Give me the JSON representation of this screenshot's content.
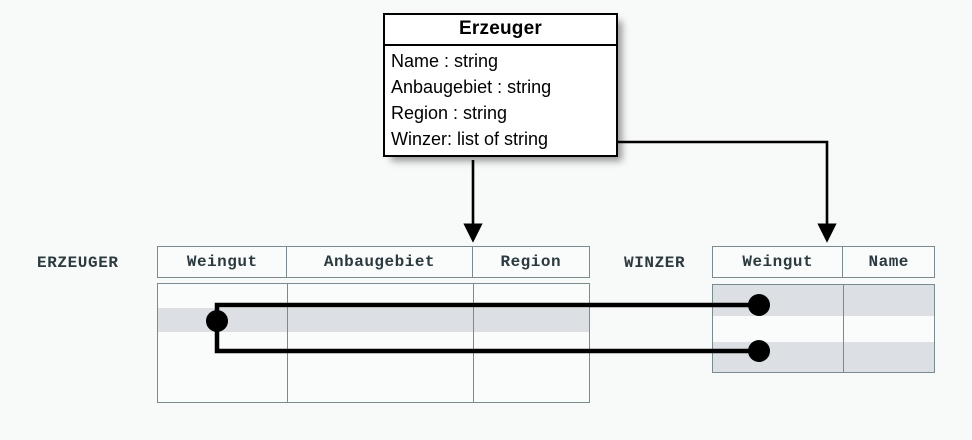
{
  "diagram": {
    "uml_class": {
      "title": "Erzeuger",
      "attributes": [
        "Name : string",
        "Anbaugebiet : string",
        "Region : string",
        "Winzer: list of string"
      ]
    },
    "tables": [
      {
        "name": "ERZEUGER",
        "columns": [
          "Weingut",
          "Anbaugebiet",
          "Region"
        ],
        "row_count": 4,
        "shaded_rows": [
          2
        ]
      },
      {
        "name": "WINZER",
        "columns": [
          "Weingut",
          "Name"
        ],
        "row_count": 3,
        "shaded_rows": [
          1,
          3
        ]
      }
    ],
    "connectors": [
      {
        "name": "erzeuger-mapping-arrow",
        "from": "uml-class-bottom",
        "to": "erzeuger-table-header"
      },
      {
        "name": "winzer-mapping-arrow",
        "from": "uml-attribute-winzer",
        "to": "winzer-table-header"
      },
      {
        "name": "foreign-key-link",
        "from": "erzeuger-weingut-row2",
        "to": "winzer-weingut-row1-and-row3"
      }
    ],
    "colors": {
      "background": "#f8f9f9",
      "table_border": "#7b8a8e",
      "row_shade": "#dcdfe3",
      "ink": "#000000",
      "label_text": "#2b3a3f"
    }
  }
}
